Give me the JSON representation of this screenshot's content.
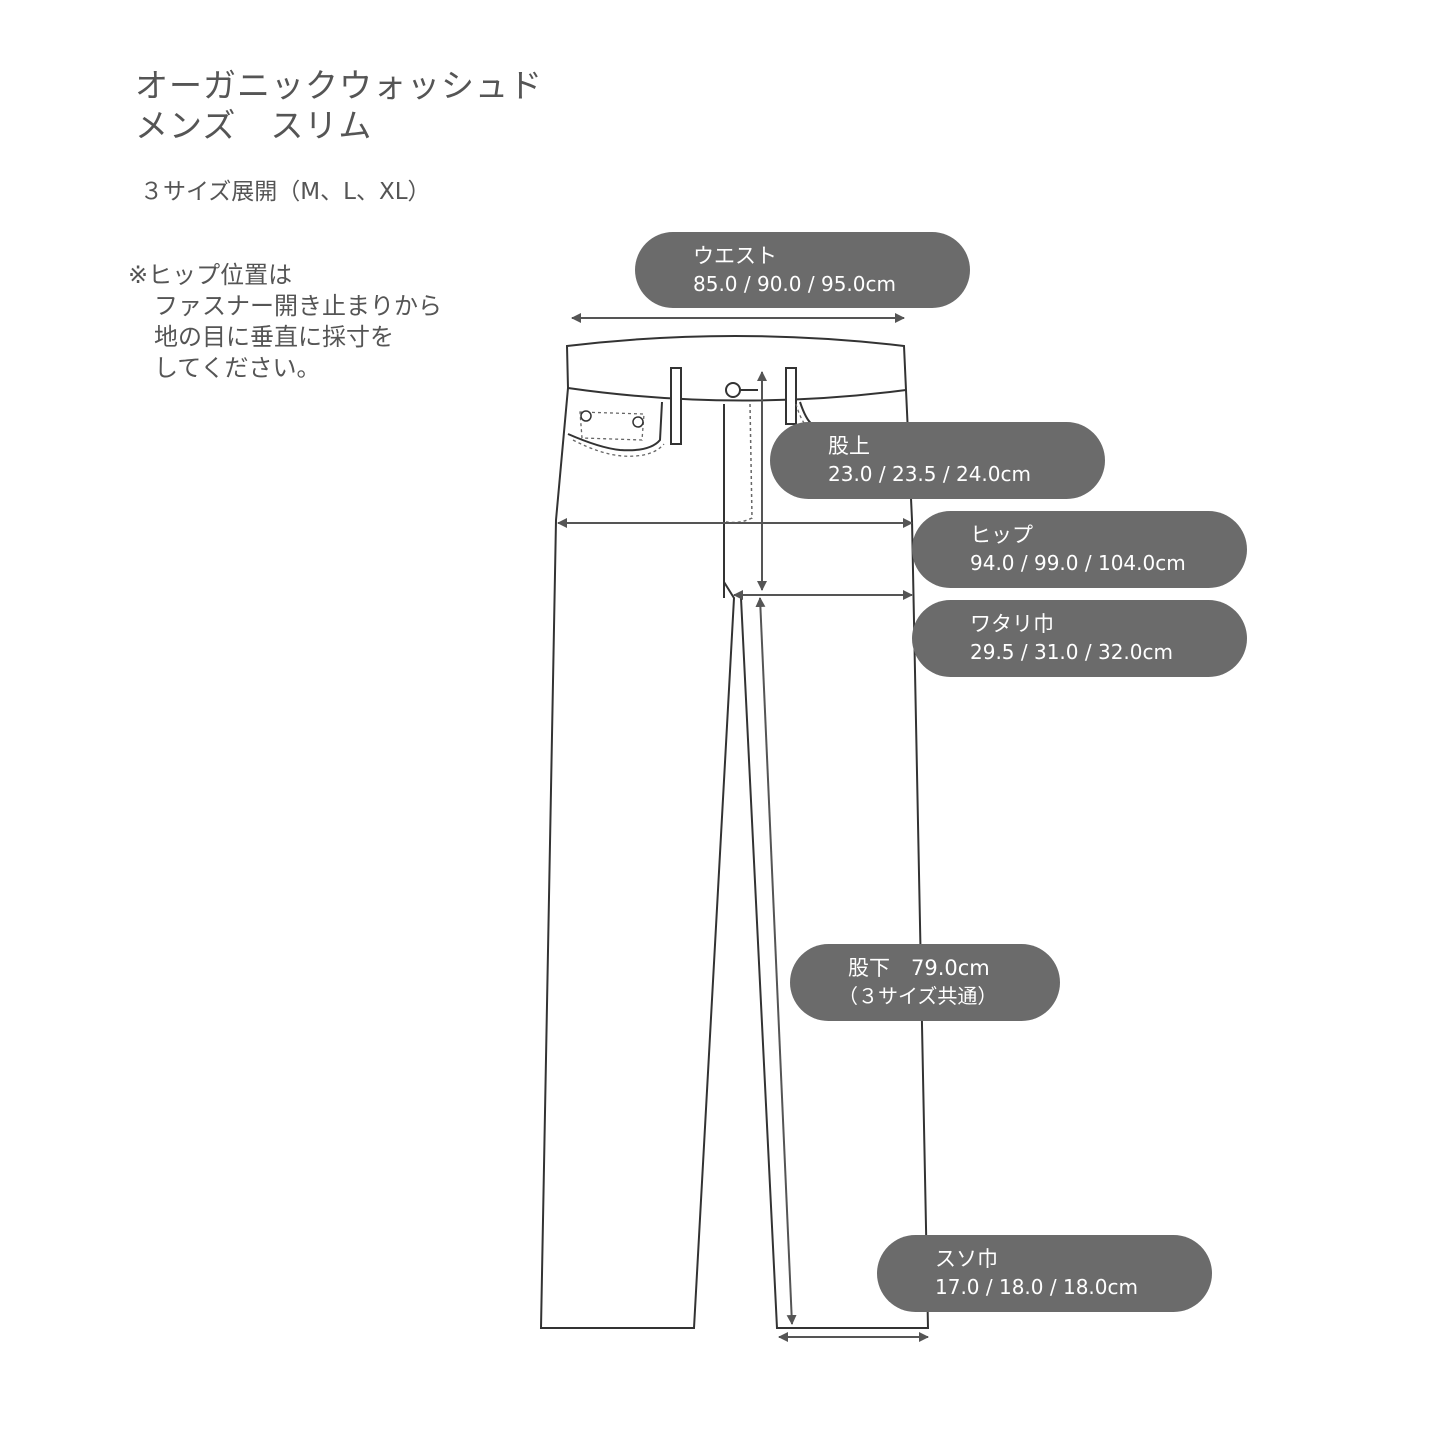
{
  "title": {
    "line1": "オーガニックウォッシュド",
    "line2": "メンズ　スリム"
  },
  "sizes_label": "３サイズ展開（M、L、XL）",
  "note": {
    "line1": "※ヒップ位置は",
    "line2": "ファスナー開き止まりから",
    "line3": "地の目に垂直に採寸を",
    "line4": "してください。"
  },
  "measurements": {
    "waist": {
      "label": "ウエスト",
      "values": "85.0  /  90.0  /  95.0cm"
    },
    "rise": {
      "label": "股上",
      "values": "23.0  /  23.5  /  24.0cm"
    },
    "hip": {
      "label": "ヒップ",
      "values": "94.0  /  99.0  /  104.0cm"
    },
    "thigh": {
      "label": "ワタリ巾",
      "values": "29.5  /  31.0  /  32.0cm"
    },
    "inseam": {
      "label": "股下　79.0cm",
      "values": "（３サイズ共通）"
    },
    "hem": {
      "label": "スソ巾",
      "values": "17.0  /  18.0  /  18.0cm"
    }
  },
  "colors": {
    "pill_bg": "#6b6b6b",
    "line": "#333333",
    "arrow": "#555555"
  }
}
